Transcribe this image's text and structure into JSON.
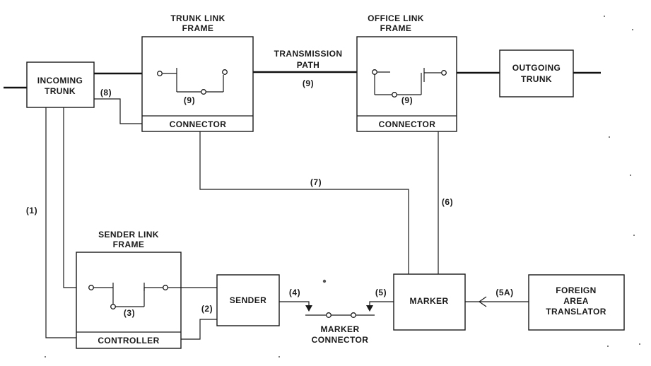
{
  "blocks": {
    "incoming_trunk": [
      "INCOMING",
      "TRUNK"
    ],
    "outgoing_trunk": [
      "OUTGOING",
      "TRUNK"
    ],
    "trunk_link_frame": [
      "TRUNK LINK",
      "FRAME"
    ],
    "office_link_frame": [
      "OFFICE LINK",
      "FRAME"
    ],
    "sender_link_frame": [
      "SENDER LINK",
      "FRAME"
    ],
    "connector": "CONNECTOR",
    "controller": "CONTROLLER",
    "sender": "SENDER",
    "marker": "MARKER",
    "marker_connector": [
      "MARKER",
      "CONNECTOR"
    ],
    "foreign_area_translator": [
      "FOREIGN",
      "AREA",
      "TRANSLATOR"
    ],
    "transmission_path": [
      "TRANSMISSION",
      "PATH"
    ]
  },
  "paths": {
    "p1": "(1)",
    "p2": "(2)",
    "p3": "(3)",
    "p4": "(4)",
    "p5": "(5)",
    "p5a": "(5A)",
    "p6": "(6)",
    "p7": "(7)",
    "p8": "(8)",
    "p9": "(9)"
  }
}
